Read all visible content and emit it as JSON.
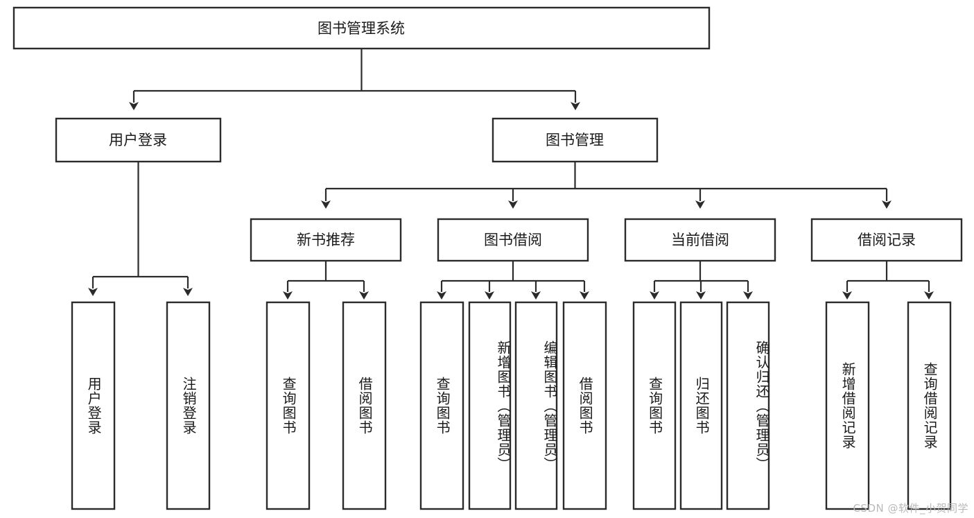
{
  "diagram": {
    "type": "tree-hierarchy-flowchart",
    "title": "图书管理系统",
    "watermark": "CSDN @软件_小贺同学",
    "colors": {
      "box_stroke": "#2b2b2b",
      "box_fill": "#ffffff",
      "text": "#1a1a1a",
      "canvas": "#ffffff",
      "watermark": "#b9b9b9"
    },
    "levels": [
      {
        "level": 1,
        "nodes": [
          {
            "id": "root",
            "label": "图书管理系统",
            "orientation": "horizontal"
          }
        ]
      },
      {
        "level": 2,
        "nodes": [
          {
            "id": "login",
            "label": "用户登录",
            "orientation": "horizontal",
            "parent": "root"
          },
          {
            "id": "bookmgmt",
            "label": "图书管理",
            "orientation": "horizontal",
            "parent": "root"
          }
        ]
      },
      {
        "level": 3,
        "nodes": [
          {
            "id": "newbook",
            "label": "新书推荐",
            "orientation": "horizontal",
            "parent": "bookmgmt"
          },
          {
            "id": "borrow",
            "label": "图书借阅",
            "orientation": "horizontal",
            "parent": "bookmgmt"
          },
          {
            "id": "current",
            "label": "当前借阅",
            "orientation": "horizontal",
            "parent": "bookmgmt"
          },
          {
            "id": "records",
            "label": "借阅记录",
            "orientation": "horizontal",
            "parent": "bookmgmt"
          }
        ]
      },
      {
        "level": 4,
        "nodes": [
          {
            "id": "leaf-user-login",
            "label": "用户登录",
            "orientation": "vertical",
            "parent": "login"
          },
          {
            "id": "leaf-logout",
            "label": "注销登录",
            "orientation": "vertical",
            "parent": "login"
          },
          {
            "id": "leaf-query-book-1",
            "label": "查询图书",
            "orientation": "vertical",
            "parent": "newbook"
          },
          {
            "id": "leaf-borrow-book-1",
            "label": "借阅图书",
            "orientation": "vertical",
            "parent": "newbook"
          },
          {
            "id": "leaf-query-book-2",
            "label": "查询图书",
            "orientation": "vertical",
            "parent": "borrow"
          },
          {
            "id": "leaf-add-book",
            "label": "新增图书（管理员）",
            "orientation": "vertical",
            "parent": "borrow"
          },
          {
            "id": "leaf-edit-book",
            "label": "编辑图书（管理员）",
            "orientation": "vertical",
            "parent": "borrow"
          },
          {
            "id": "leaf-borrow-book-2",
            "label": "借阅图书",
            "orientation": "vertical",
            "parent": "borrow"
          },
          {
            "id": "leaf-query-book-3",
            "label": "查询图书",
            "orientation": "vertical",
            "parent": "current"
          },
          {
            "id": "leaf-return-book",
            "label": "归还图书",
            "orientation": "vertical",
            "parent": "current"
          },
          {
            "id": "leaf-confirm-return",
            "label": "确认归还（管理员）",
            "orientation": "vertical",
            "parent": "current"
          },
          {
            "id": "leaf-add-record",
            "label": "新增借阅记录",
            "orientation": "vertical",
            "parent": "records"
          },
          {
            "id": "leaf-query-record",
            "label": "查询借阅记录",
            "orientation": "vertical",
            "parent": "records"
          }
        ]
      }
    ]
  },
  "nodes": {
    "root": "图书管理系统",
    "login": "用户登录",
    "bookmgmt": "图书管理",
    "newbook": "新书推荐",
    "borrow": "图书借阅",
    "current": "当前借阅",
    "records": "借阅记录",
    "leaf_user_login": "用户登录",
    "leaf_logout": "注销登录",
    "leaf_query_book_1": "查询图书",
    "leaf_borrow_book_1": "借阅图书",
    "leaf_query_book_2": "查询图书",
    "leaf_add_book": "新增图书（管理员）",
    "leaf_edit_book": "编辑图书（管理员）",
    "leaf_borrow_book_2": "借阅图书",
    "leaf_query_book_3": "查询图书",
    "leaf_return_book": "归还图书",
    "leaf_confirm_return": "确认归还（管理员）",
    "leaf_add_record": "新增借阅记录",
    "leaf_query_record": "查询借阅记录"
  },
  "watermark": {
    "text": "CSDN @软件_小贺同学"
  }
}
